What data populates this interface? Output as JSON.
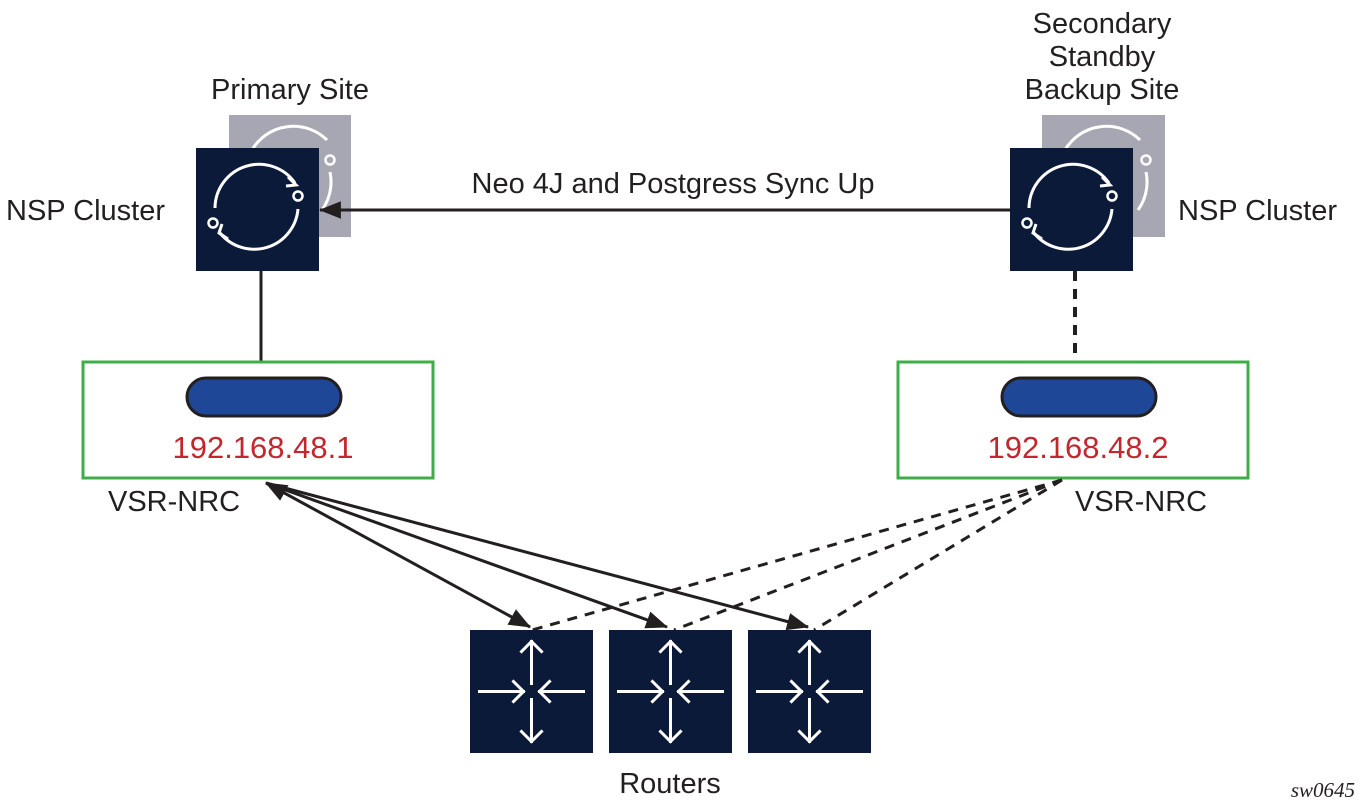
{
  "diagram": {
    "sync_label": "Neo 4J and Postgress Sync Up",
    "figure_id": "sw0645",
    "colors": {
      "node_dark": "#0b1a38",
      "node_shadow": "#a7a6b3",
      "vsr_border": "#3fae49",
      "vsr_pill": "#1f4797",
      "ip_text": "#c4262e",
      "line": "#231f20"
    },
    "primary": {
      "site_label": "Primary Site",
      "cluster_label": "NSP Cluster",
      "icon": "sync-cycle-icon",
      "vsr_label": "VSR-NRC",
      "ip": "192.168.48.1",
      "link_style": "solid"
    },
    "secondary": {
      "site_label_lines": [
        "Secondary",
        "Standby",
        "Backup Site"
      ],
      "cluster_label": "NSP Cluster",
      "icon": "sync-cycle-icon",
      "vsr_label": "VSR-NRC",
      "ip": "192.168.48.2",
      "link_style": "dashed"
    },
    "routers": {
      "label": "Routers",
      "count": 3,
      "icon": "router-arrows-icon"
    }
  }
}
